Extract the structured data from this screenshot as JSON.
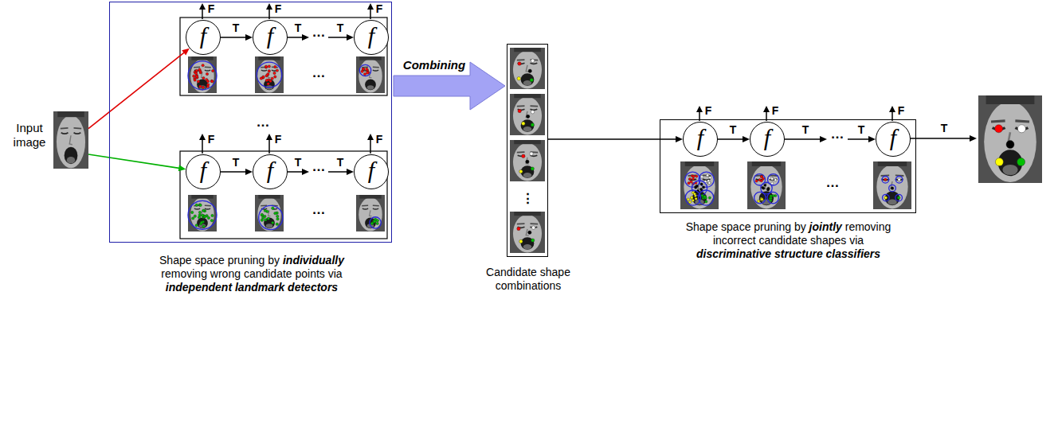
{
  "diagram": {
    "nodes": [
      {
        "text": [
          "Input image"
        ]
      },
      {
        "text": [
          "Shape space pruning by individually removing wrong candidate points via independent landmark detectors"
        ]
      },
      {
        "text": [
          "f"
        ],
        "in": 1
      },
      {
        "text": [
          "f"
        ],
        "in": 1
      },
      {
        "text": [
          "f"
        ],
        "in": 1
      },
      {
        "text": [
          "f"
        ],
        "in": 1
      },
      {
        "text": [
          "f"
        ],
        "in": 1
      },
      {
        "text": [
          "f"
        ],
        "in": 1
      },
      {
        "text": [
          "Candidate shape combinations"
        ]
      },
      {
        "text": [
          "Shape space pruning by jointly removing incorrect candidate shapes via discriminative structure classifiers"
        ]
      },
      {
        "text": [
          "f"
        ],
        "in": 9
      },
      {
        "text": [
          "f"
        ],
        "in": 9
      },
      {
        "text": [
          "f"
        ],
        "in": 9
      }
    ],
    "edges": [
      {
        "from": 0,
        "to": 2,
        "arrow": "to"
      },
      {
        "from": 0,
        "to": 5,
        "arrow": "to"
      },
      {
        "from": 2,
        "to": 3,
        "label": "T",
        "arrow": "to"
      },
      {
        "from": 3,
        "to": 4,
        "label": "T",
        "arrow": "to"
      },
      {
        "from": 5,
        "to": 6,
        "label": "T",
        "arrow": "to"
      },
      {
        "from": 6,
        "to": 7,
        "label": "T",
        "arrow": "to"
      },
      {
        "from": 1,
        "to": 8,
        "label": "Combining",
        "arrow": "to"
      },
      {
        "from": 8,
        "to": 10,
        "arrow": "to"
      },
      {
        "from": 10,
        "to": 11,
        "label": "T",
        "arrow": "to"
      },
      {
        "from": 11,
        "to": 12,
        "label": "T",
        "arrow": "to"
      }
    ],
    "labels": [
      "F",
      "F",
      "F",
      "T",
      "…",
      "…",
      "…",
      "F",
      "F",
      "F",
      "T",
      "…",
      "…",
      "⋮",
      "F",
      "F",
      "F",
      "T",
      "…",
      "…",
      "T"
    ]
  }
}
